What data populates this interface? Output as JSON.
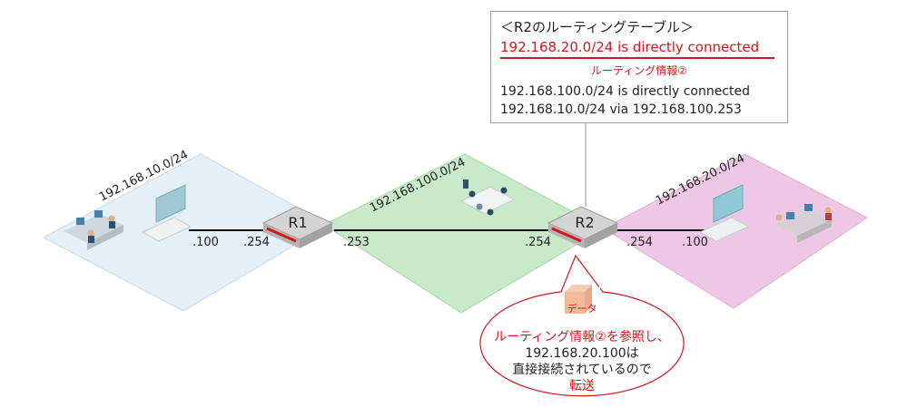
{
  "networks": {
    "left": "192.168.10.0/24",
    "middle": "192.168.100.0/24",
    "right": "192.168.20.0/24"
  },
  "routers": {
    "r1": "R1",
    "r2": "R2"
  },
  "ip_labels": {
    "left_pc": ".100",
    "r1_left": ".254",
    "r1_right": ".253",
    "r2_left": ".254",
    "r2_right": ".254",
    "right_pc": ".100"
  },
  "routing_table": {
    "title": "＜R2のルーティングテーブル＞",
    "entry_highlight": "192.168.20.0/24 is directly connected",
    "highlight_note": "ルーティング情報②",
    "entry_2": "192.168.100.0/24 is directly connected",
    "entry_3": "192.168.10.0/24 via 192.168.100.253"
  },
  "bubble": {
    "data_label": "データ",
    "line1": "ルーティング情報②を参照し、",
    "line2": "192.168.20.100は",
    "line3": "直接接続されているので",
    "line4": "転送"
  },
  "colors": {
    "left_zone": "#e4eff8",
    "middle_zone": "#c6e9c6",
    "right_zone": "#eec6e4",
    "accent_red": "#d6161c"
  }
}
